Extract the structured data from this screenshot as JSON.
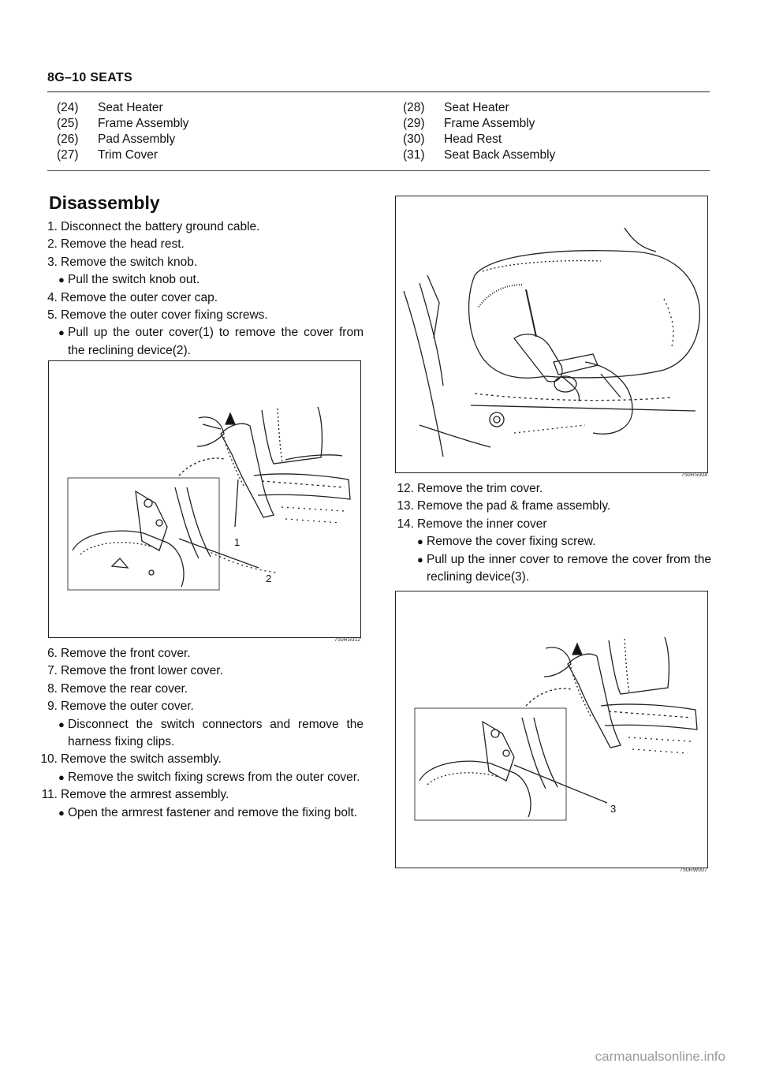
{
  "header": {
    "title": "8G–10   SEATS"
  },
  "legend": {
    "left": [
      {
        "num": "(24)",
        "label": "Seat Heater"
      },
      {
        "num": "(25)",
        "label": "Frame Assembly"
      },
      {
        "num": "(26)",
        "label": "Pad Assembly"
      },
      {
        "num": "(27)",
        "label": "Trim Cover"
      }
    ],
    "right": [
      {
        "num": "(28)",
        "label": "Seat Heater"
      },
      {
        "num": "(29)",
        "label": "Frame Assembly"
      },
      {
        "num": "(30)",
        "label": "Head Rest"
      },
      {
        "num": "(31)",
        "label": "Seat Back Assembly"
      }
    ]
  },
  "section": {
    "title": "Disassembly"
  },
  "steps_a": [
    {
      "num": "1.",
      "text": "Disconnect the battery ground cable."
    },
    {
      "num": "2.",
      "text": "Remove the head rest."
    },
    {
      "num": "3.",
      "text": "Remove the switch knob."
    },
    {
      "num": "",
      "bullet": "Pull the switch knob out."
    },
    {
      "num": "4.",
      "text": "Remove the outer cover cap."
    },
    {
      "num": "5.",
      "text": "Remove the outer cover fixing screws."
    },
    {
      "num": "",
      "bullet": "Pull up the outer cover(1) to remove the cover from the reclining device(2)."
    }
  ],
  "steps_b": [
    {
      "num": "6.",
      "text": "Remove the front cover."
    },
    {
      "num": "7.",
      "text": "Remove the front lower cover."
    },
    {
      "num": "8.",
      "text": "Remove the rear cover."
    },
    {
      "num": "9.",
      "text": "Remove the outer cover."
    },
    {
      "num": "",
      "bullet": "Disconnect the switch connectors and remove the harness fixing clips."
    },
    {
      "num": "10.",
      "text": "Remove the switch assembly."
    },
    {
      "num": "",
      "bullet": "Remove the switch fixing screws from the outer cover."
    },
    {
      "num": "11.",
      "text": "Remove the armrest assembly."
    },
    {
      "num": "",
      "bullet": "Open the armrest fastener and remove the fixing bolt."
    }
  ],
  "steps_c": [
    {
      "num": "12.",
      "text": "Remove the trim cover."
    },
    {
      "num": "13.",
      "text": "Remove the pad & frame assembly."
    },
    {
      "num": "14.",
      "text": "Remove the inner cover"
    },
    {
      "num": "",
      "bullet": "Remove the cover fixing screw."
    },
    {
      "num": "",
      "bullet": "Pull up the inner cover to remove the cover from the reclining device(3)."
    }
  ],
  "figures": {
    "fig1": {
      "code": "750RS012",
      "callouts": [
        "1",
        "2"
      ]
    },
    "fig2": {
      "code": "750RS004"
    },
    "fig3": {
      "code": "750RW007",
      "callouts": [
        "3"
      ]
    }
  },
  "watermark": "carmanualsonline.info"
}
